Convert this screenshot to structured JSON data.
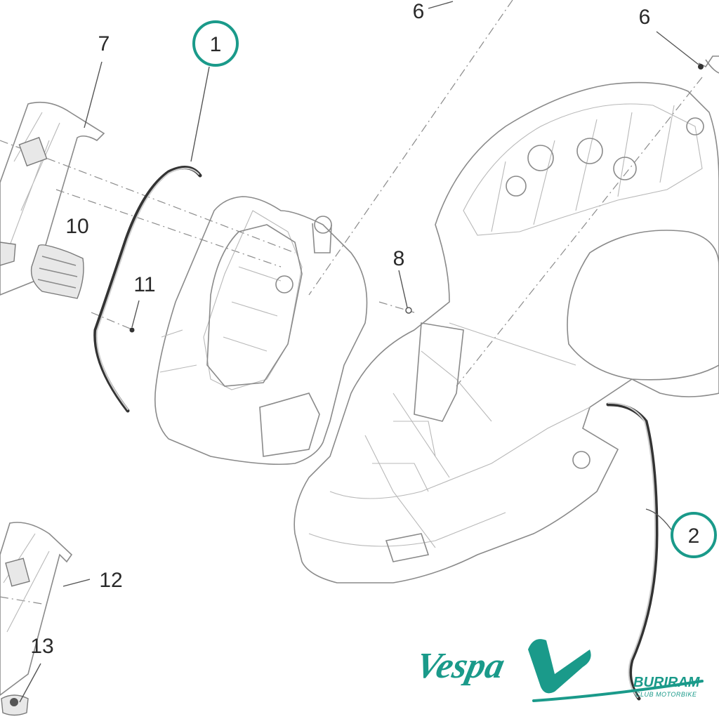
{
  "callouts": [
    {
      "label": "1",
      "circled": true
    },
    {
      "label": "2",
      "circled": true
    },
    {
      "label": "6"
    },
    {
      "label": "6"
    },
    {
      "label": "7"
    },
    {
      "label": "8"
    },
    {
      "label": "10"
    },
    {
      "label": "11"
    },
    {
      "label": "12"
    },
    {
      "label": "13"
    }
  ],
  "logo": {
    "brand": "Vespa",
    "city": "BURIRAM",
    "tagline": "CLUB MOTORBIKE",
    "color": "#1a9a8a"
  },
  "accent_color": "#1a9a8a"
}
